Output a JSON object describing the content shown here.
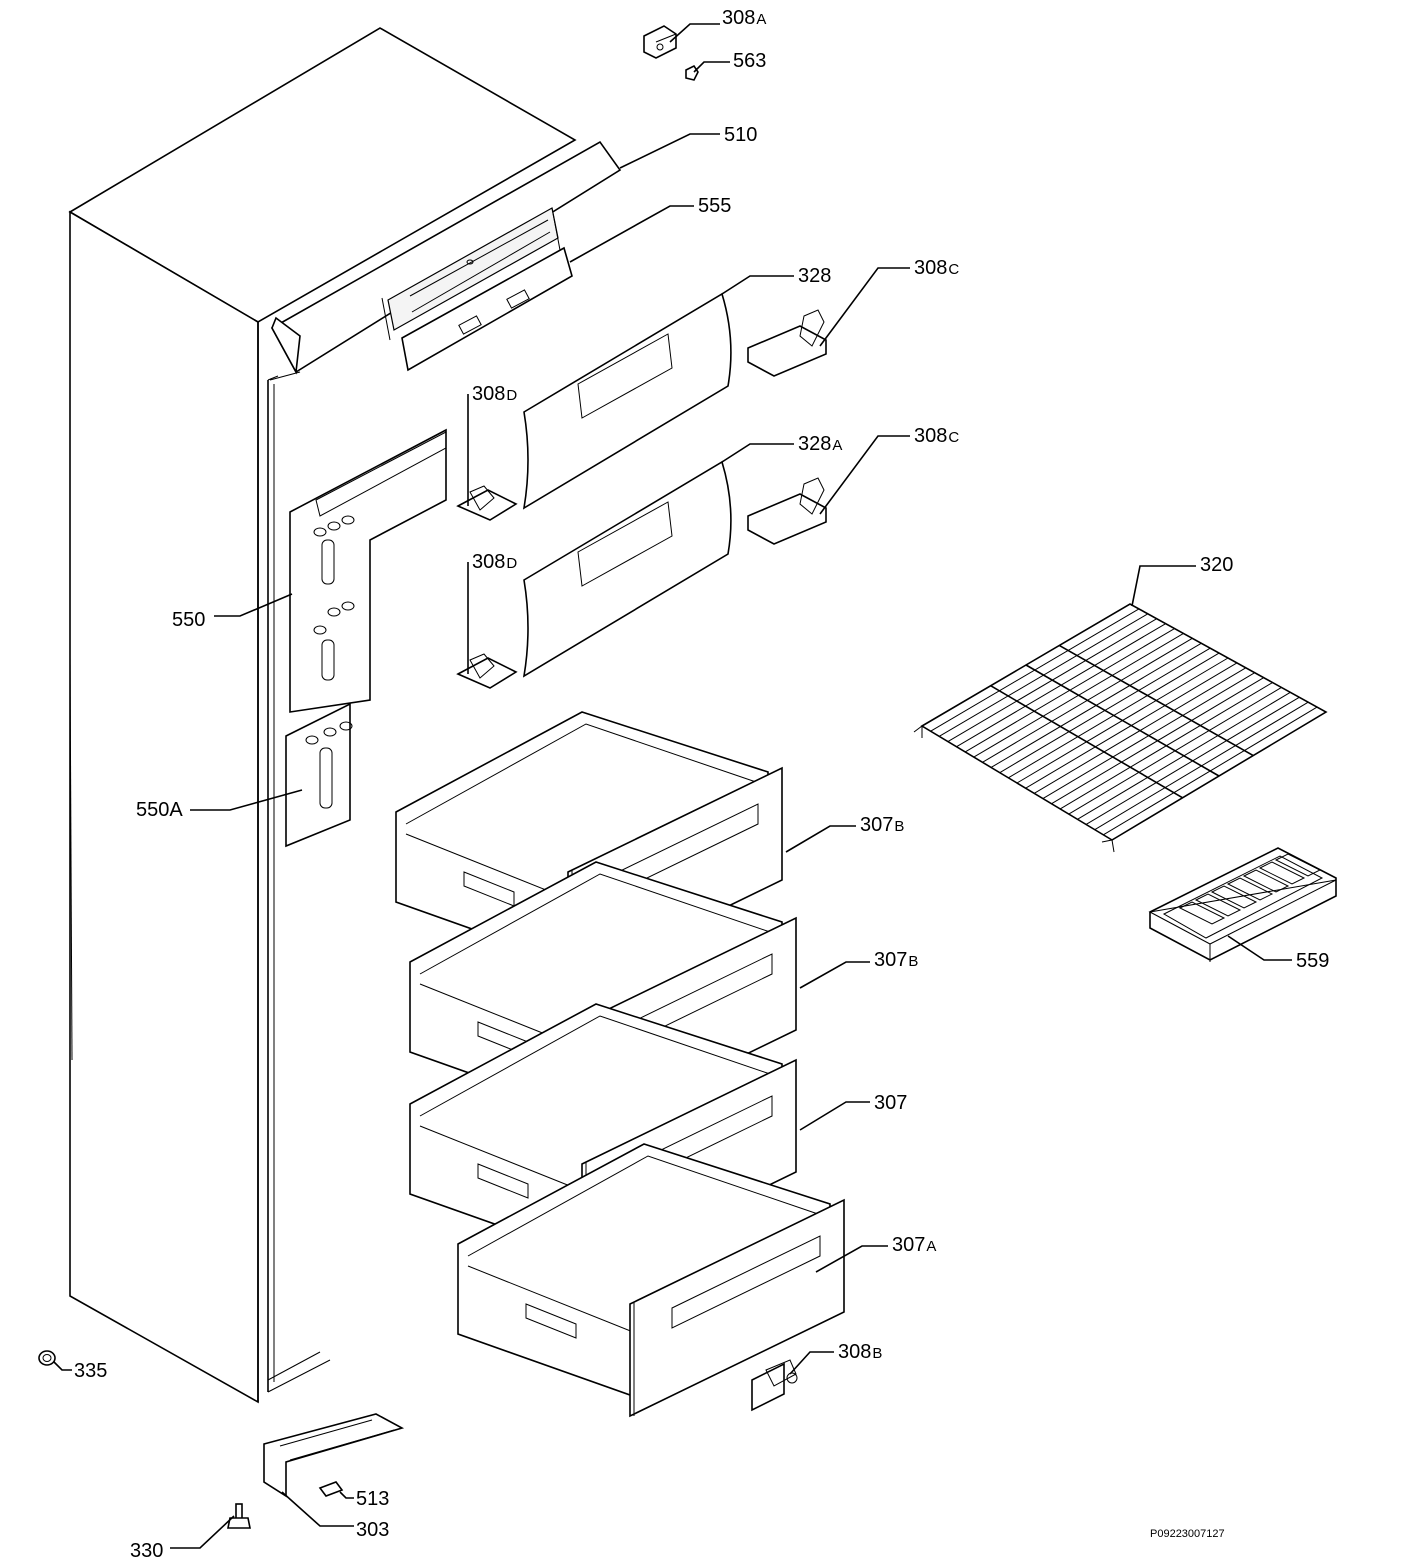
{
  "diagram": {
    "labels": [
      {
        "id": "308A",
        "num": "308",
        "suffix": "A"
      },
      {
        "id": "563",
        "num": "563",
        "suffix": ""
      },
      {
        "id": "510",
        "num": "510",
        "suffix": ""
      },
      {
        "id": "555",
        "num": "555",
        "suffix": ""
      },
      {
        "id": "328",
        "num": "328",
        "suffix": ""
      },
      {
        "id": "308C-top",
        "num": "308",
        "suffix": "C"
      },
      {
        "id": "308D-top",
        "num": "308",
        "suffix": "D"
      },
      {
        "id": "328A",
        "num": "328",
        "suffix": "A"
      },
      {
        "id": "308C-mid",
        "num": "308",
        "suffix": "C"
      },
      {
        "id": "308D-mid",
        "num": "308",
        "suffix": "D"
      },
      {
        "id": "320",
        "num": "320",
        "suffix": ""
      },
      {
        "id": "550",
        "num": "550",
        "suffix": ""
      },
      {
        "id": "550A",
        "num": "550A",
        "suffix": ""
      },
      {
        "id": "307B-1",
        "num": "307",
        "suffix": "B"
      },
      {
        "id": "307B-2",
        "num": "307",
        "suffix": "B"
      },
      {
        "id": "559",
        "num": "559",
        "suffix": ""
      },
      {
        "id": "307",
        "num": "307",
        "suffix": ""
      },
      {
        "id": "307A",
        "num": "307",
        "suffix": "A"
      },
      {
        "id": "308B",
        "num": "308",
        "suffix": "B"
      },
      {
        "id": "335",
        "num": "335",
        "suffix": ""
      },
      {
        "id": "513",
        "num": "513",
        "suffix": ""
      },
      {
        "id": "303",
        "num": "303",
        "suffix": ""
      },
      {
        "id": "330",
        "num": "330",
        "suffix": ""
      }
    ],
    "drawing_code": "P09223007127"
  }
}
